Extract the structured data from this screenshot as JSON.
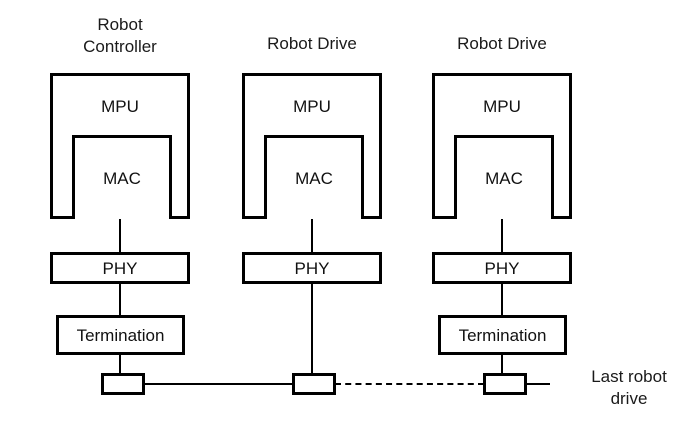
{
  "diagram": {
    "title_text_lines": [
      "Robot Controller",
      "Robot Drive",
      "Robot Drive"
    ],
    "stroke_color": "#000000",
    "background_color": "#ffffff",
    "columns": [
      {
        "id": "robot-controller",
        "title": "Robot\nController",
        "mpu_label": "MPU",
        "mac_label": "MAC",
        "phy_label": "PHY",
        "termination_label": "Termination",
        "has_termination": true
      },
      {
        "id": "robot-drive-1",
        "title": "Robot Drive",
        "mpu_label": "MPU",
        "mac_label": "MAC",
        "phy_label": "PHY",
        "termination_label": "",
        "has_termination": false
      },
      {
        "id": "robot-drive-2",
        "title": "Robot Drive",
        "mpu_label": "MPU",
        "mac_label": "MAC",
        "phy_label": "PHY",
        "termination_label": "Termination",
        "has_termination": true
      }
    ],
    "bus": {
      "segment_1_style": "solid",
      "segment_2_style": "dashed",
      "end_note": "Last robot\ndrive"
    }
  }
}
